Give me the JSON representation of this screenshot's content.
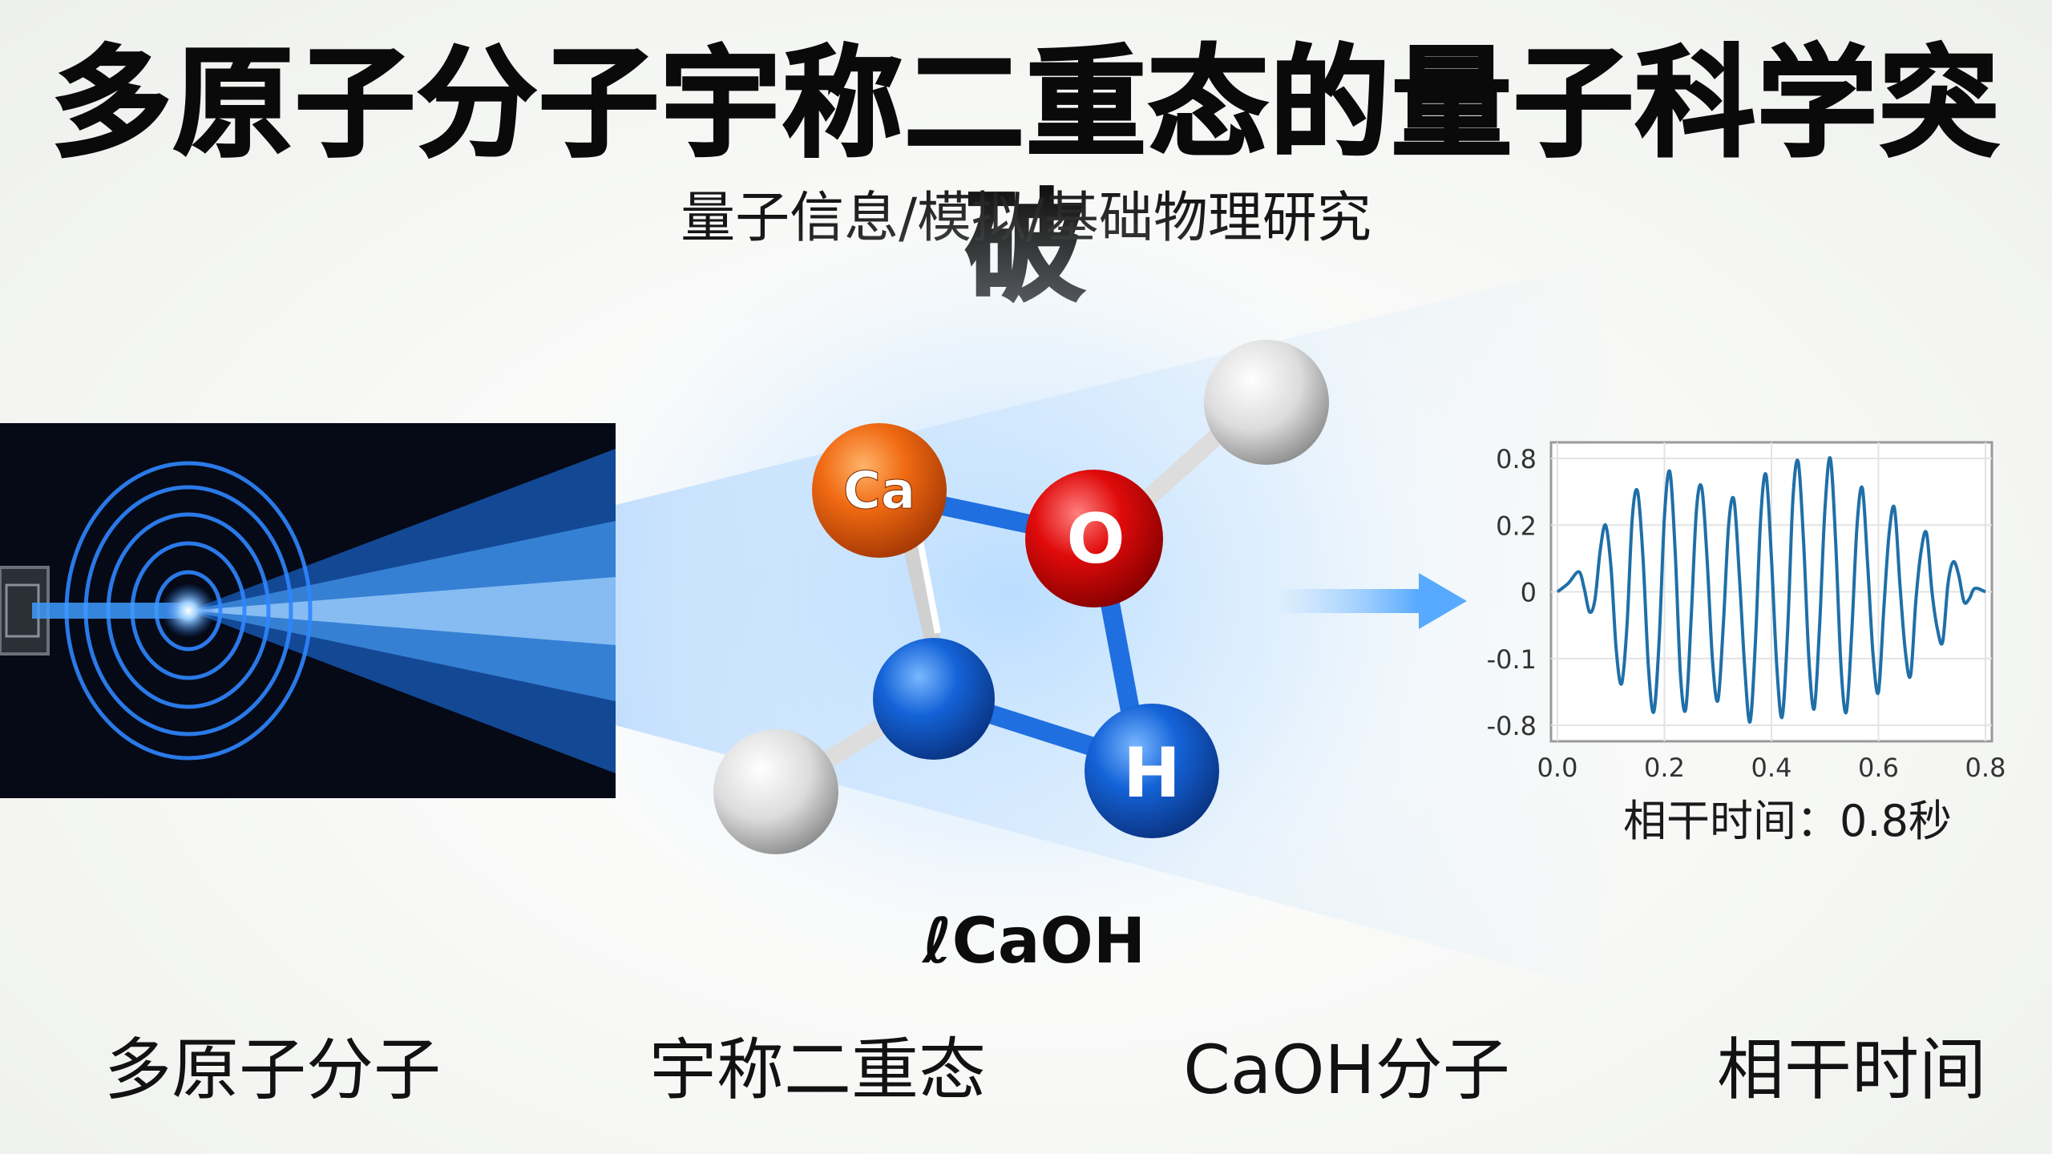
{
  "title": "多原子分子宇称二重态的量子科学突破",
  "subtitle": "量子信息/模拟/基础物理研究",
  "atoms": {
    "ca": "Ca",
    "o": "O",
    "h": "H"
  },
  "molecule_label": "ℓCaOH",
  "coherence_label": "相干时间：0.8秒",
  "footer": [
    "多原子分子",
    "宇称二重态",
    "CaOH分子",
    "相干时间"
  ],
  "chart_data": {
    "type": "line",
    "x_ticks": [
      "0.0",
      "0.2",
      "0.4",
      "0.6",
      "0.8"
    ],
    "y_ticks": [
      "0.8",
      "0.2",
      "0",
      "-0.1",
      "-0.8"
    ],
    "xlim": [
      0,
      0.8
    ],
    "grid": true,
    "series": [
      {
        "x": [
          0.0,
          0.02,
          0.04,
          0.05,
          0.06,
          0.07,
          0.08,
          0.09,
          0.1,
          0.11,
          0.12,
          0.13,
          0.14,
          0.15,
          0.16,
          0.17,
          0.18,
          0.19,
          0.2,
          0.21,
          0.22,
          0.23,
          0.24,
          0.25,
          0.26,
          0.27,
          0.28,
          0.29,
          0.3,
          0.31,
          0.32,
          0.33,
          0.34,
          0.35,
          0.36,
          0.37,
          0.38,
          0.39,
          0.4,
          0.41,
          0.42,
          0.43,
          0.44,
          0.45,
          0.46,
          0.47,
          0.48,
          0.49,
          0.5,
          0.51,
          0.52,
          0.53,
          0.54,
          0.55,
          0.56,
          0.57,
          0.58,
          0.59,
          0.6,
          0.61,
          0.62,
          0.63,
          0.64,
          0.65,
          0.66,
          0.67,
          0.68,
          0.69,
          0.7,
          0.71,
          0.72,
          0.73,
          0.74,
          0.75,
          0.76,
          0.77,
          0.78,
          0.8
        ],
        "y": [
          0.0,
          0.05,
          0.12,
          0.02,
          -0.12,
          -0.05,
          0.25,
          0.4,
          0.15,
          -0.35,
          -0.55,
          -0.2,
          0.45,
          0.6,
          0.2,
          -0.45,
          -0.72,
          -0.3,
          0.45,
          0.72,
          0.25,
          -0.5,
          -0.7,
          -0.15,
          0.5,
          0.62,
          0.18,
          -0.42,
          -0.65,
          -0.2,
          0.4,
          0.55,
          0.1,
          -0.45,
          -0.78,
          -0.3,
          0.45,
          0.7,
          0.2,
          -0.45,
          -0.75,
          -0.25,
          0.55,
          0.78,
          0.3,
          -0.4,
          -0.7,
          -0.2,
          0.5,
          0.8,
          0.3,
          -0.45,
          -0.72,
          -0.25,
          0.4,
          0.62,
          0.15,
          -0.38,
          -0.6,
          -0.1,
          0.35,
          0.5,
          0.05,
          -0.35,
          -0.5,
          -0.05,
          0.25,
          0.35,
          0.0,
          -0.22,
          -0.3,
          0.05,
          0.18,
          0.1,
          -0.06,
          -0.04,
          0.02,
          0.0
        ]
      }
    ]
  }
}
